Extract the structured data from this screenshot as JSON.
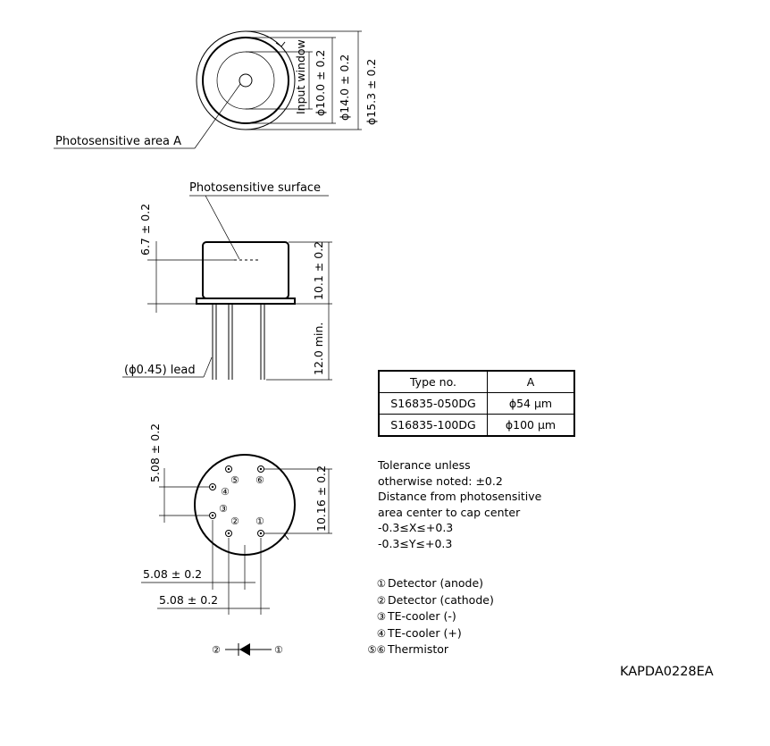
{
  "labels": {
    "input_window": "Input window",
    "dim_input_window": "ϕ10.0 ± 0.2",
    "dim_cap_dia": "ϕ14.0 ± 0.2",
    "dim_flange_dia": "ϕ15.3 ± 0.2",
    "photosensitive_area": "Photosensitive area A",
    "photosensitive_surface": "Photosensitive surface",
    "dim_surface_height": "6.7 ± 0.2",
    "dim_cap_height": "10.1 ± 0.2",
    "dim_lead_length": "12.0 min.",
    "lead": "(ϕ0.45) lead",
    "dim_bottom_vertical": "5.08 ± 0.2",
    "dim_bottom_pitch_v": "10.16 ± 0.2",
    "dim_bottom_h1": "5.08 ± 0.2",
    "dim_bottom_h2": "5.08 ± 0.2",
    "pin_labels": [
      "①",
      "②",
      "③",
      "④",
      "⑤",
      "⑥"
    ],
    "schematic_left": "②",
    "schematic_right": "①"
  },
  "type_table": {
    "headers": [
      "Type no.",
      "A"
    ],
    "rows": [
      [
        "S16835-050DG",
        "ϕ54 μm"
      ],
      [
        "S16835-100DG",
        "ϕ100 μm"
      ]
    ]
  },
  "notes": [
    "Tolerance unless",
    "otherwise noted: ±0.2",
    "Distance from photosensitive",
    "area center to cap center",
    "-0.3≤X≤+0.3",
    "-0.3≤Y≤+0.3"
  ],
  "pin_list": [
    {
      "symbol": "①",
      "text": "Detector (anode)"
    },
    {
      "symbol": "②",
      "text": "Detector (cathode)"
    },
    {
      "symbol": "③",
      "text": "TE-cooler (-)"
    },
    {
      "symbol": "④",
      "text": "TE-cooler (+)"
    },
    {
      "symbol": "⑤⑥",
      "text": "Thermistor"
    }
  ],
  "drawing_code": "KAPDA0228EA"
}
